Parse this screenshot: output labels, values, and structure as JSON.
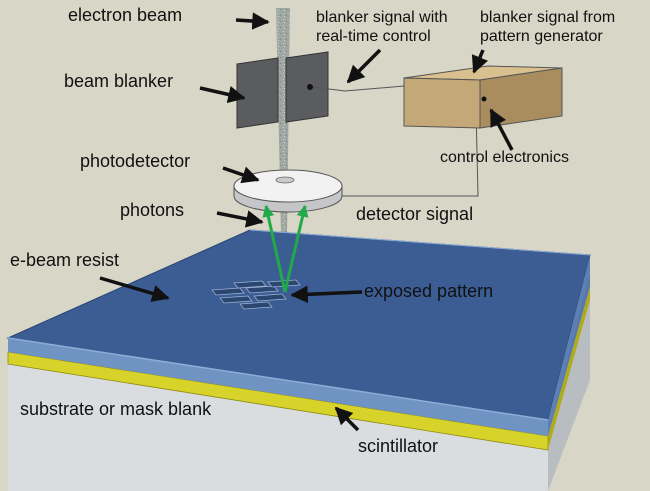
{
  "title": "Electron beam lithography with real-time beam blanker control",
  "labels": {
    "electron_beam": "electron beam",
    "blanker_signal_realtime": [
      "blanker signal with",
      "real-time control"
    ],
    "blanker_signal_pattern": [
      "blanker signal from",
      "pattern generator"
    ],
    "beam_blanker": "beam blanker",
    "photodetector": "photodetector",
    "control_electronics": "control electronics",
    "photons": "photons",
    "detector_signal": "detector signal",
    "e_beam_resist": "e-beam resist",
    "exposed_pattern": "exposed pattern",
    "substrate": "substrate or mask blank",
    "scintillator": "scintillator"
  },
  "colors": {
    "background": "#d8d6c6",
    "resist": "#3b5d94",
    "scintillator": "#d8d32a",
    "substrate": "#d9dde0",
    "control_box": "#c5a877",
    "photon_arrow": "#22a94a",
    "blanker_plate": "#5a5c5f"
  }
}
